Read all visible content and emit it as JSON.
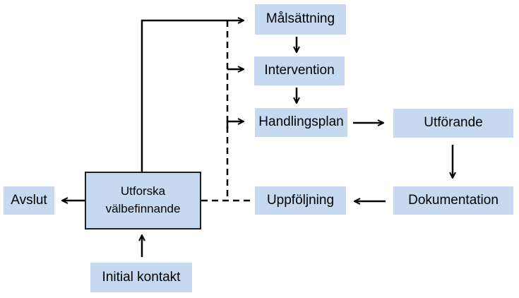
{
  "colors": {
    "box_fill": "#c6d9f1",
    "line": "#000000"
  },
  "nodes": {
    "malsattning": "Målsättning",
    "intervention": "Intervention",
    "handlingsplan": "Handlingsplan",
    "utforande": "Utförande",
    "dokumentation": "Dokumentation",
    "uppfoljning": "Uppföljning",
    "utforska_line1": "Utforska",
    "utforska_line2": "välbefinnande",
    "avslut": "Avslut",
    "initial_kontakt": "Initial kontakt"
  }
}
